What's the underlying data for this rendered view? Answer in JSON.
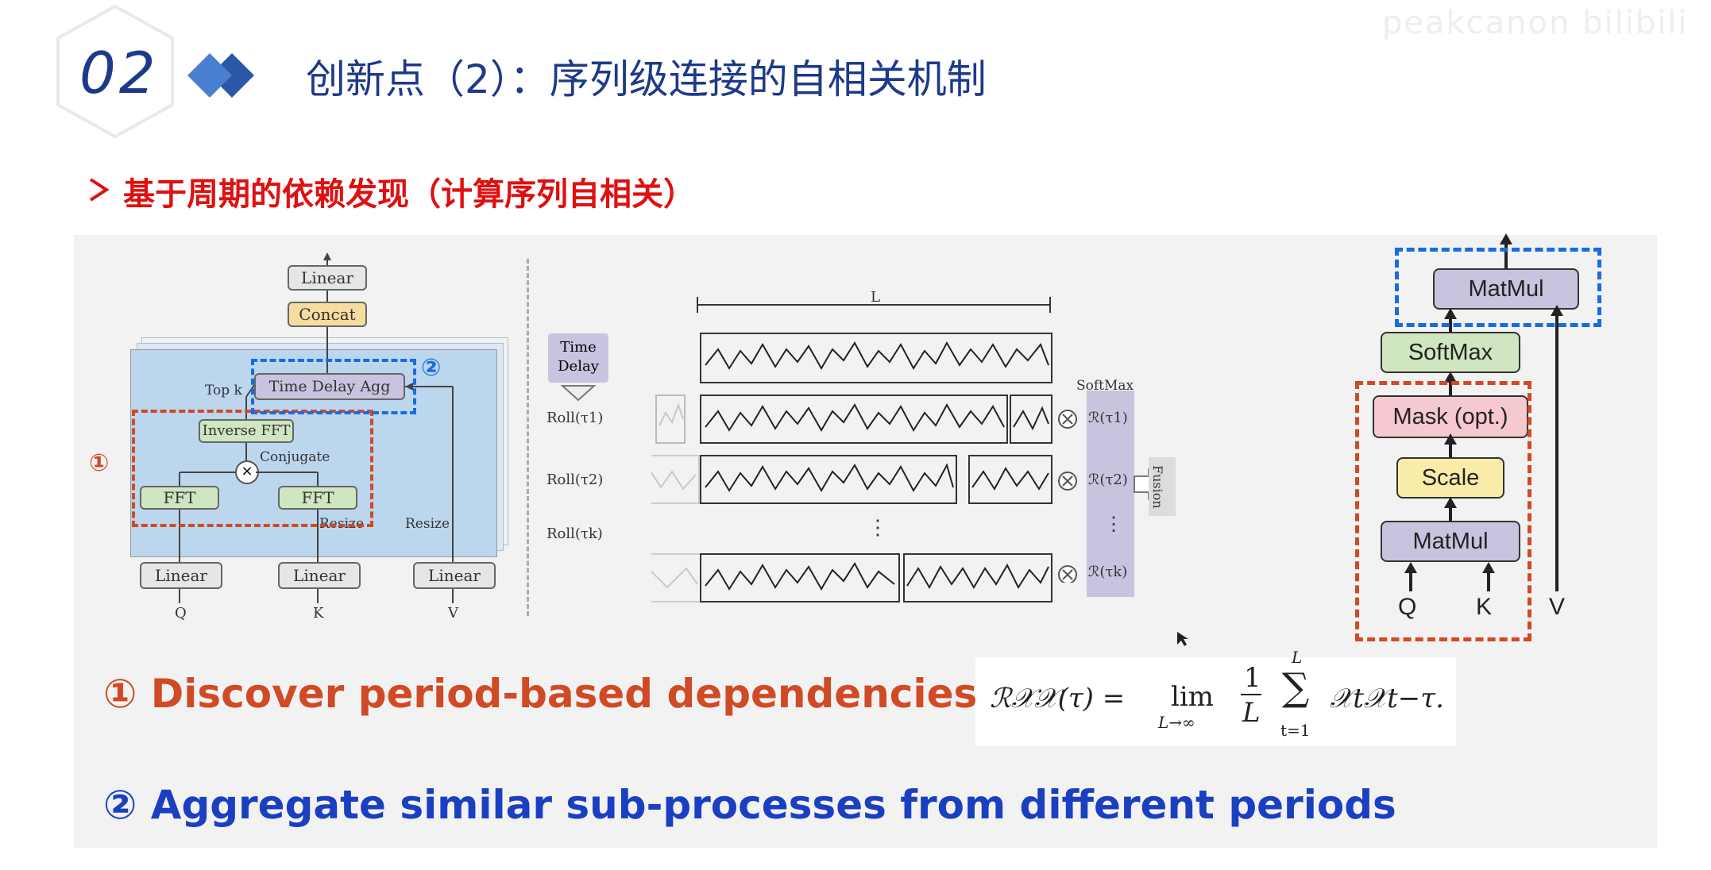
{
  "header": {
    "section_number": "02",
    "title": "创新点（2）：序列级连接的自相关机制",
    "watermark": "peakcanon bilibili"
  },
  "subtitle": "基于周期的依赖发现（计算序列自相关）",
  "left_diagram": {
    "linear_top": "Linear",
    "concat": "Concat",
    "time_delay_agg": "Time Delay Agg",
    "top_k": "Top k",
    "inverse_fft": "Inverse FFT",
    "conjugate": "Conjugate",
    "fft": "FFT",
    "multiply": "×",
    "resize": "Resize",
    "linear": "Linear",
    "q": "Q",
    "k": "K",
    "v": "V",
    "marker1": "①",
    "marker2": "②"
  },
  "middle_diagram": {
    "time_delay": "Time Delay",
    "length": "L",
    "roll_1": "Roll(τ1)",
    "roll_2": "Roll(τ2)",
    "roll_k": "Roll(τk)",
    "softmax": "SoftMax",
    "r1": "ℛ(τ1)",
    "r2": "ℛ(τ2)",
    "rk": "ℛ(τk)",
    "fusion": "Fusion",
    "dots": "⋮"
  },
  "right_diagram": {
    "matmul_top": "MatMul",
    "softmax": "SoftMax",
    "mask": "Mask (opt.)",
    "scale": "Scale",
    "matmul_bottom": "MatMul",
    "q": "Q",
    "k": "K",
    "v": "V"
  },
  "points": {
    "p1": "① Discover period-based dependencies",
    "p2": "② Aggregate similar sub-processes from different periods"
  },
  "formula": {
    "lhs": "ℛ𝒳𝒳(τ) =",
    "lim": "lim",
    "lim_sub": "L→∞",
    "frac_num": "1",
    "frac_den": "L",
    "sum_top": "L",
    "sum_sym": "∑",
    "sum_bottom": "t=1",
    "term": "𝒳t𝒳t−τ."
  },
  "colors": {
    "title_blue": "#1d3a8a",
    "subtitle_red": "#e01010",
    "dash_red": "#d04a25",
    "dash_blue": "#1a6be0",
    "point2_blue": "#1a3fc0"
  }
}
